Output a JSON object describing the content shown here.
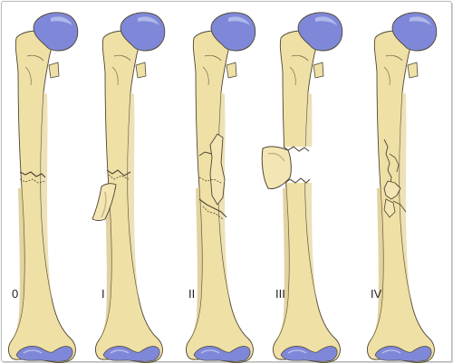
{
  "labels": {
    "grade_0": "0",
    "grade_1": "I",
    "grade_2": "II",
    "grade_3": "III",
    "grade_4": "IV"
  },
  "colors": {
    "bone_fill": "#efe0a6",
    "bone_shadow": "#d9c382",
    "bone_outline": "#4f4634",
    "head_blue": "#7f88d8",
    "head_blue_light": "#b6bcec",
    "fragment_light": "#f3e6b4"
  }
}
